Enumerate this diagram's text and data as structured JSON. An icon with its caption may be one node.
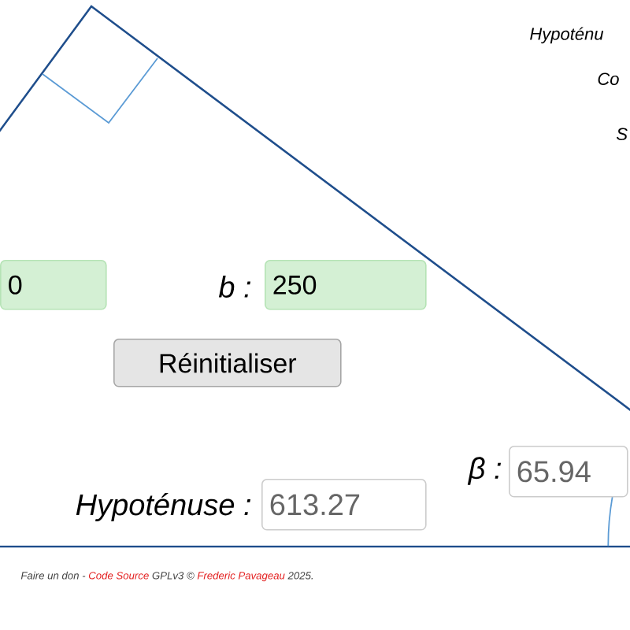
{
  "diagram": {
    "labels": [
      "Hypoténu",
      "Co",
      "S",
      "0",
      "b :",
      "250",
      "Réinitialiser",
      "β :",
      "65.94",
      "Hypoténuse :",
      "613.27",
      "Faire un don -",
      "Code Source",
      "GPLv3 ©",
      "Frederic Pavageau",
      "2025."
    ]
  }
}
